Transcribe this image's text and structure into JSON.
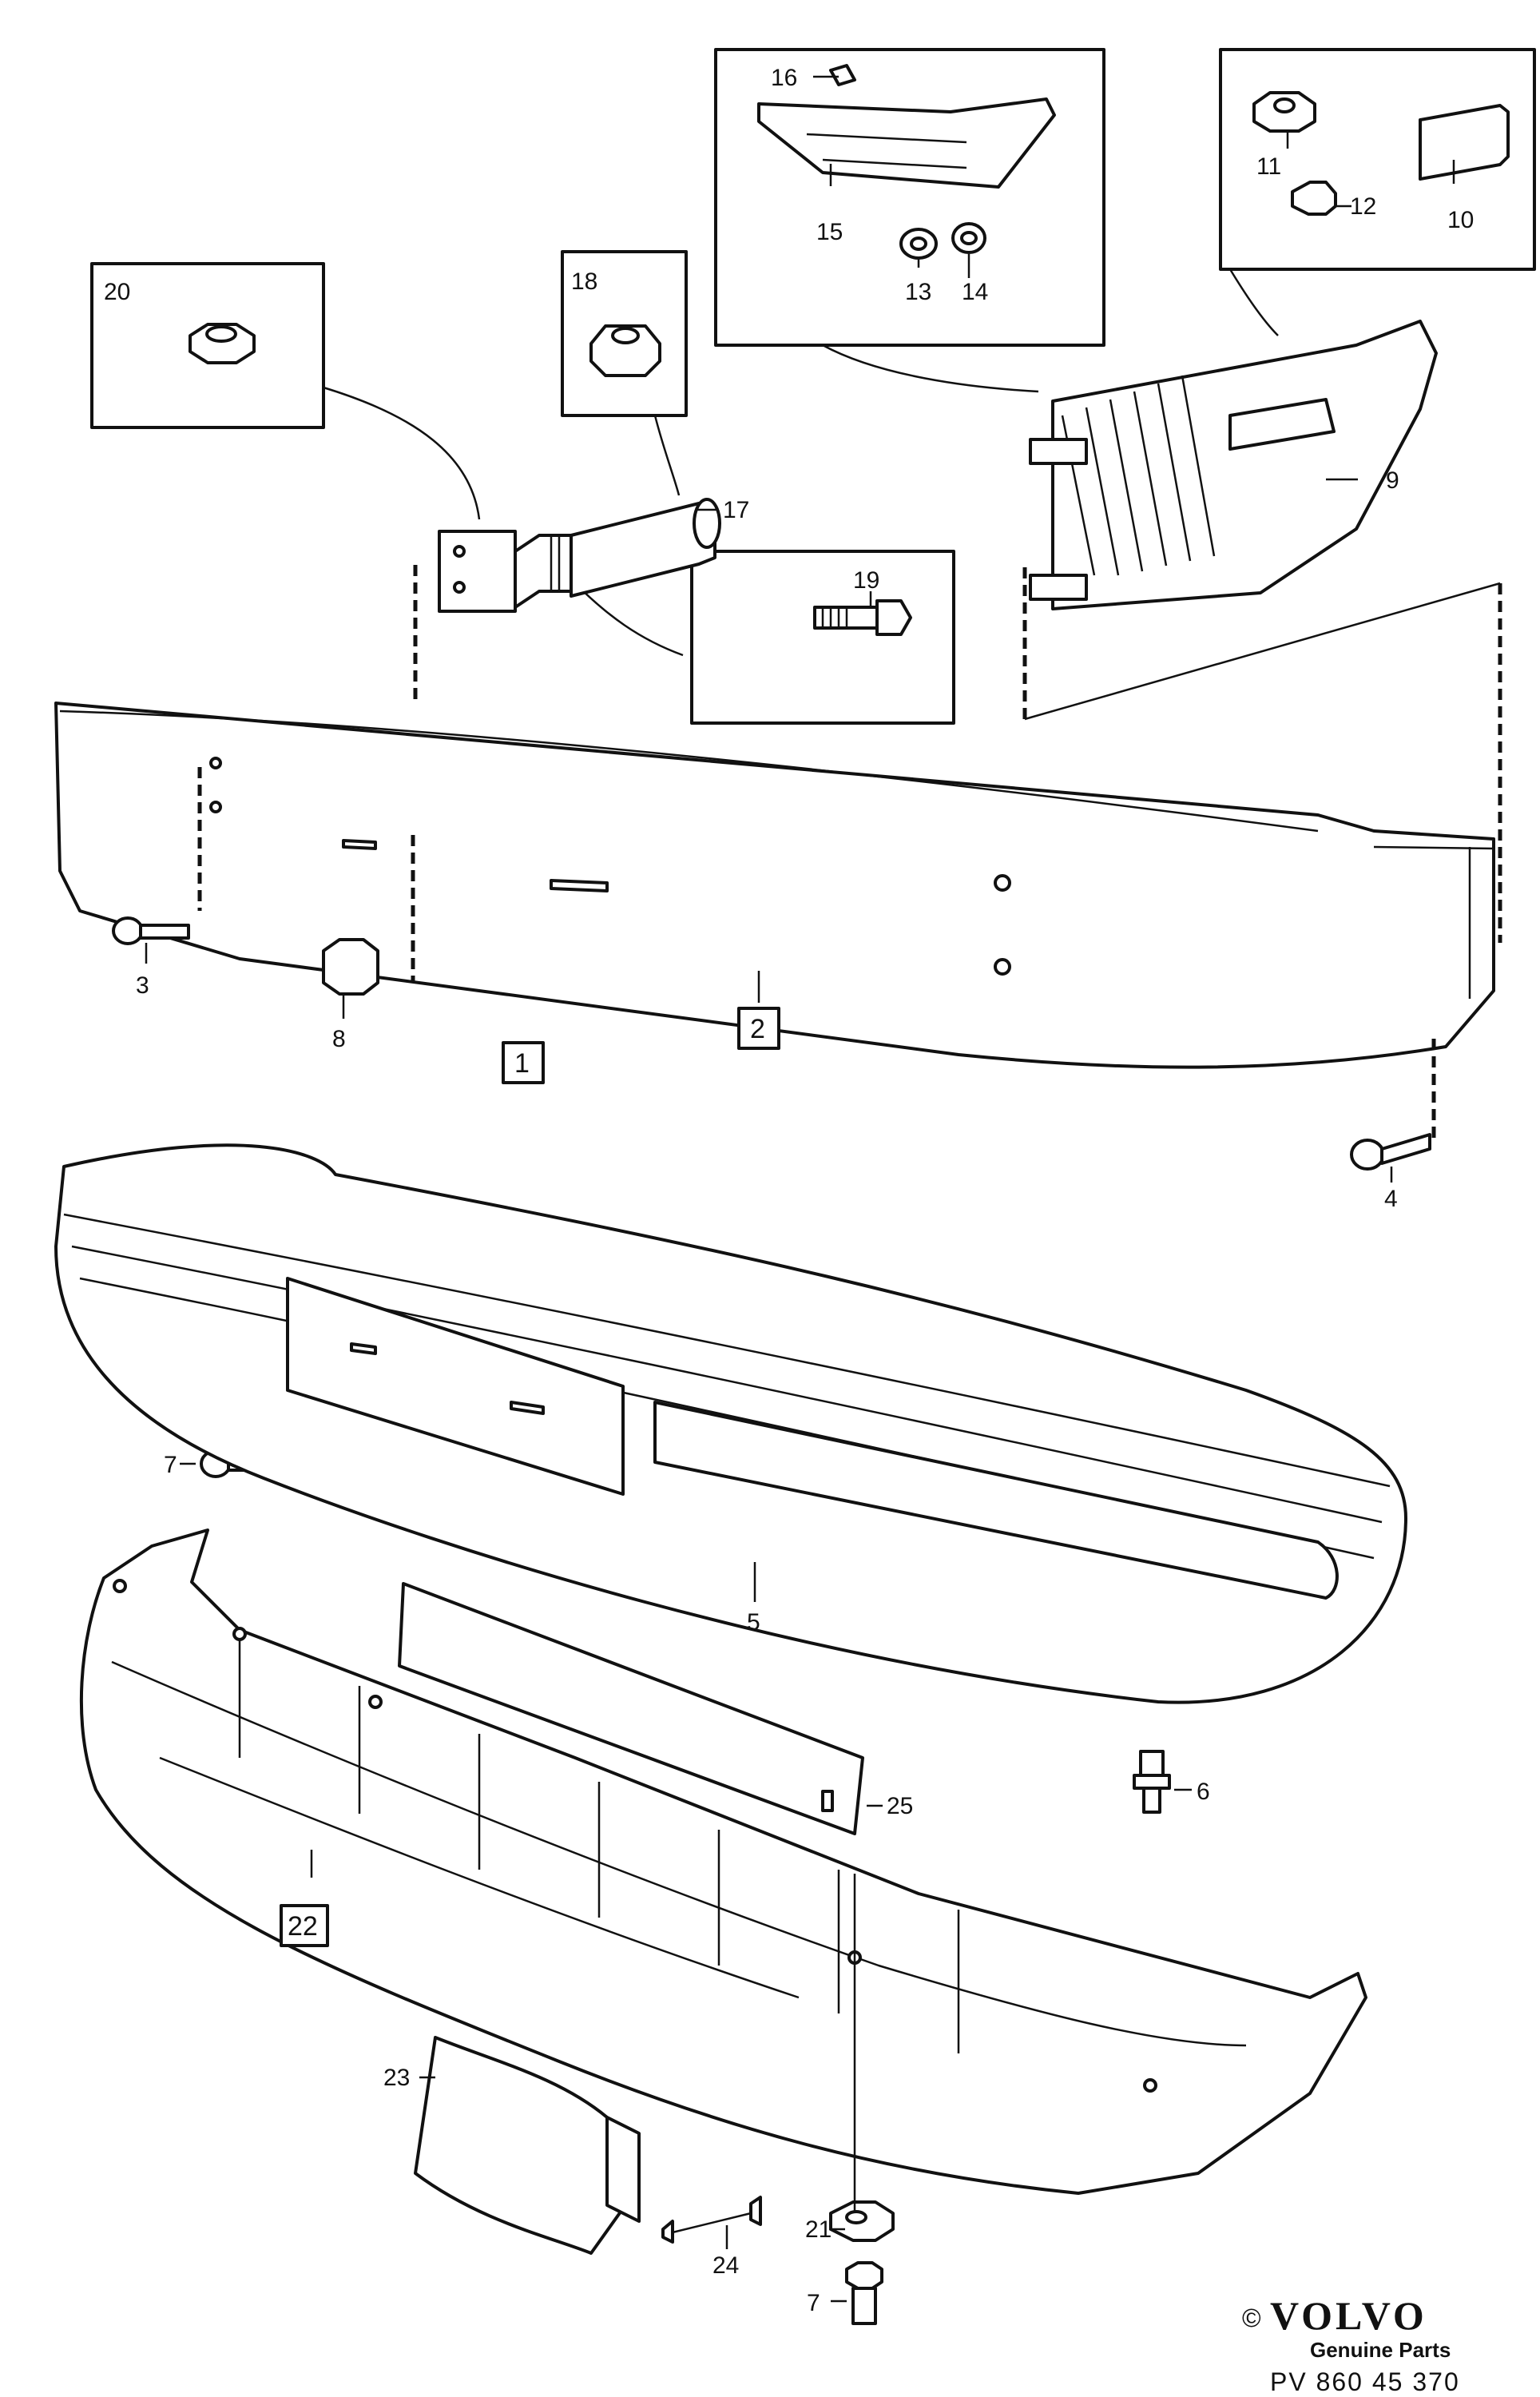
{
  "callouts": {
    "c3": "3",
    "c4": "4",
    "c5": "5",
    "c6": "6",
    "c7a": "7",
    "c7b": "7",
    "c8": "8",
    "c9": "9",
    "c10": "10",
    "c11": "11",
    "c12": "12",
    "c13": "13",
    "c14": "14",
    "c15": "15",
    "c16": "16",
    "c17": "17",
    "c18": "18",
    "c19": "19",
    "c20": "20",
    "c21": "21",
    "c23": "23",
    "c24": "24",
    "c25": "25"
  },
  "boxed_labels": {
    "b1": "1",
    "b2": "2",
    "b22": "22"
  },
  "brand": {
    "copyright": "©",
    "name": "VOLVO",
    "subtitle": "Genuine Parts",
    "code": "PV 860 45 370"
  }
}
